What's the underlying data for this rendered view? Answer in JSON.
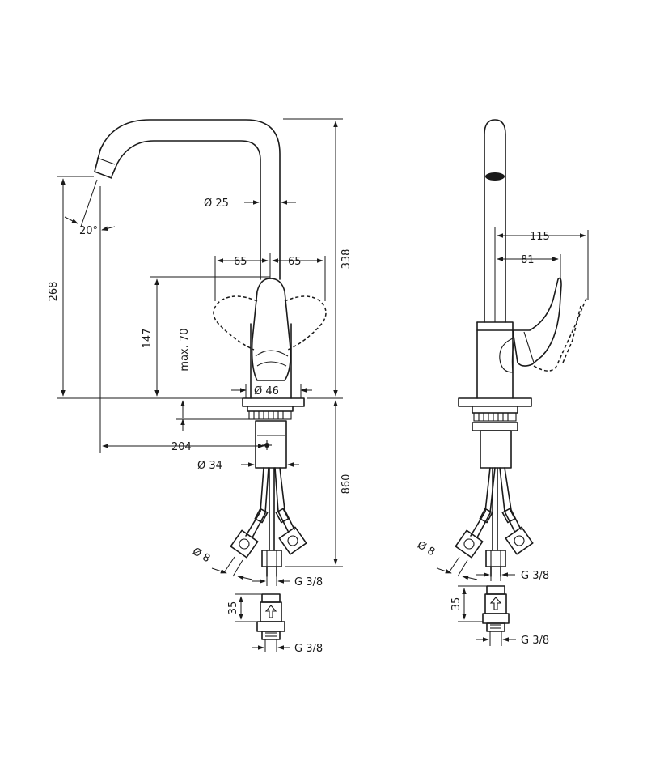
{
  "colors": {
    "line": "#1a1a1a",
    "background": "#ffffff"
  },
  "front_view": {
    "dim_diameter_25": "Ø 25",
    "dim_angle_20": "20°",
    "dim_left_65": "65",
    "dim_right_65": "65",
    "dim_height_338": "338",
    "dim_height_268": "268",
    "dim_height_147": "147",
    "dim_max_70": "max. 70",
    "dim_diameter_46": "Ø 46",
    "dim_reach_204": "204",
    "dim_diameter_34": "Ø 34",
    "dim_length_860": "860",
    "dim_hose_diameter_8": "Ø 8",
    "dim_thread_top": "G 3/8",
    "dim_adapter_35": "35",
    "dim_thread_bottom": "G 3/8"
  },
  "side_view": {
    "dim_115": "115",
    "dim_81": "81",
    "dim_hose_diameter_8": "Ø 8",
    "dim_thread_top": "G 3/8",
    "dim_adapter_35": "35",
    "dim_thread_bottom": "G 3/8"
  }
}
